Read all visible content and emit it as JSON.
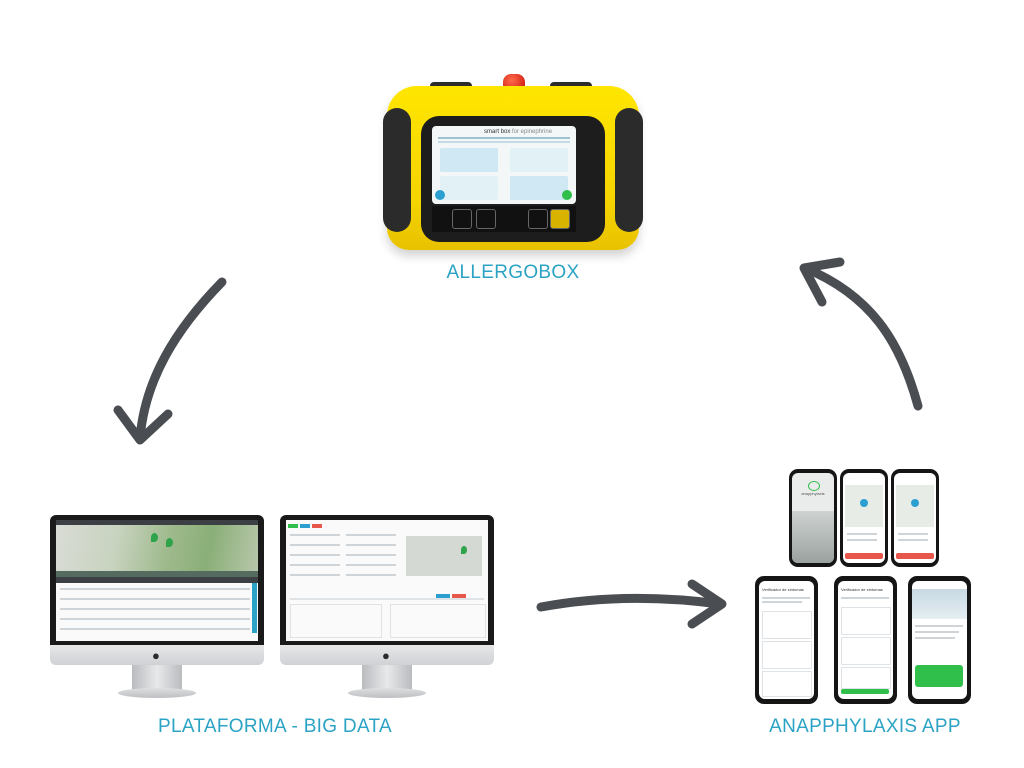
{
  "captions": {
    "allergobox": "ALLERGOBOX",
    "plataforma": "PLATAFORMA - BIG DATA",
    "app": "ANAPPHYLAXIS APP"
  },
  "colors": {
    "caption": "#2ba3c4",
    "arrow": "#4a4d52",
    "device_yellow": "#ffe600",
    "device_black": "#2b2b2b",
    "map_green": "#7fae6a",
    "accent_red": "#e8574c",
    "accent_green": "#2fbf4a"
  },
  "device": {
    "brand": "smart box",
    "brand_suffix": "for epinephrine"
  },
  "app_screens": {
    "logo_text": "anapphylaxis",
    "symptom_title": "Verificador de síntomas"
  },
  "icons": [
    "arrow-down-left-icon",
    "arrow-right-icon",
    "arrow-up-left-icon",
    "apple-logo-icon"
  ]
}
